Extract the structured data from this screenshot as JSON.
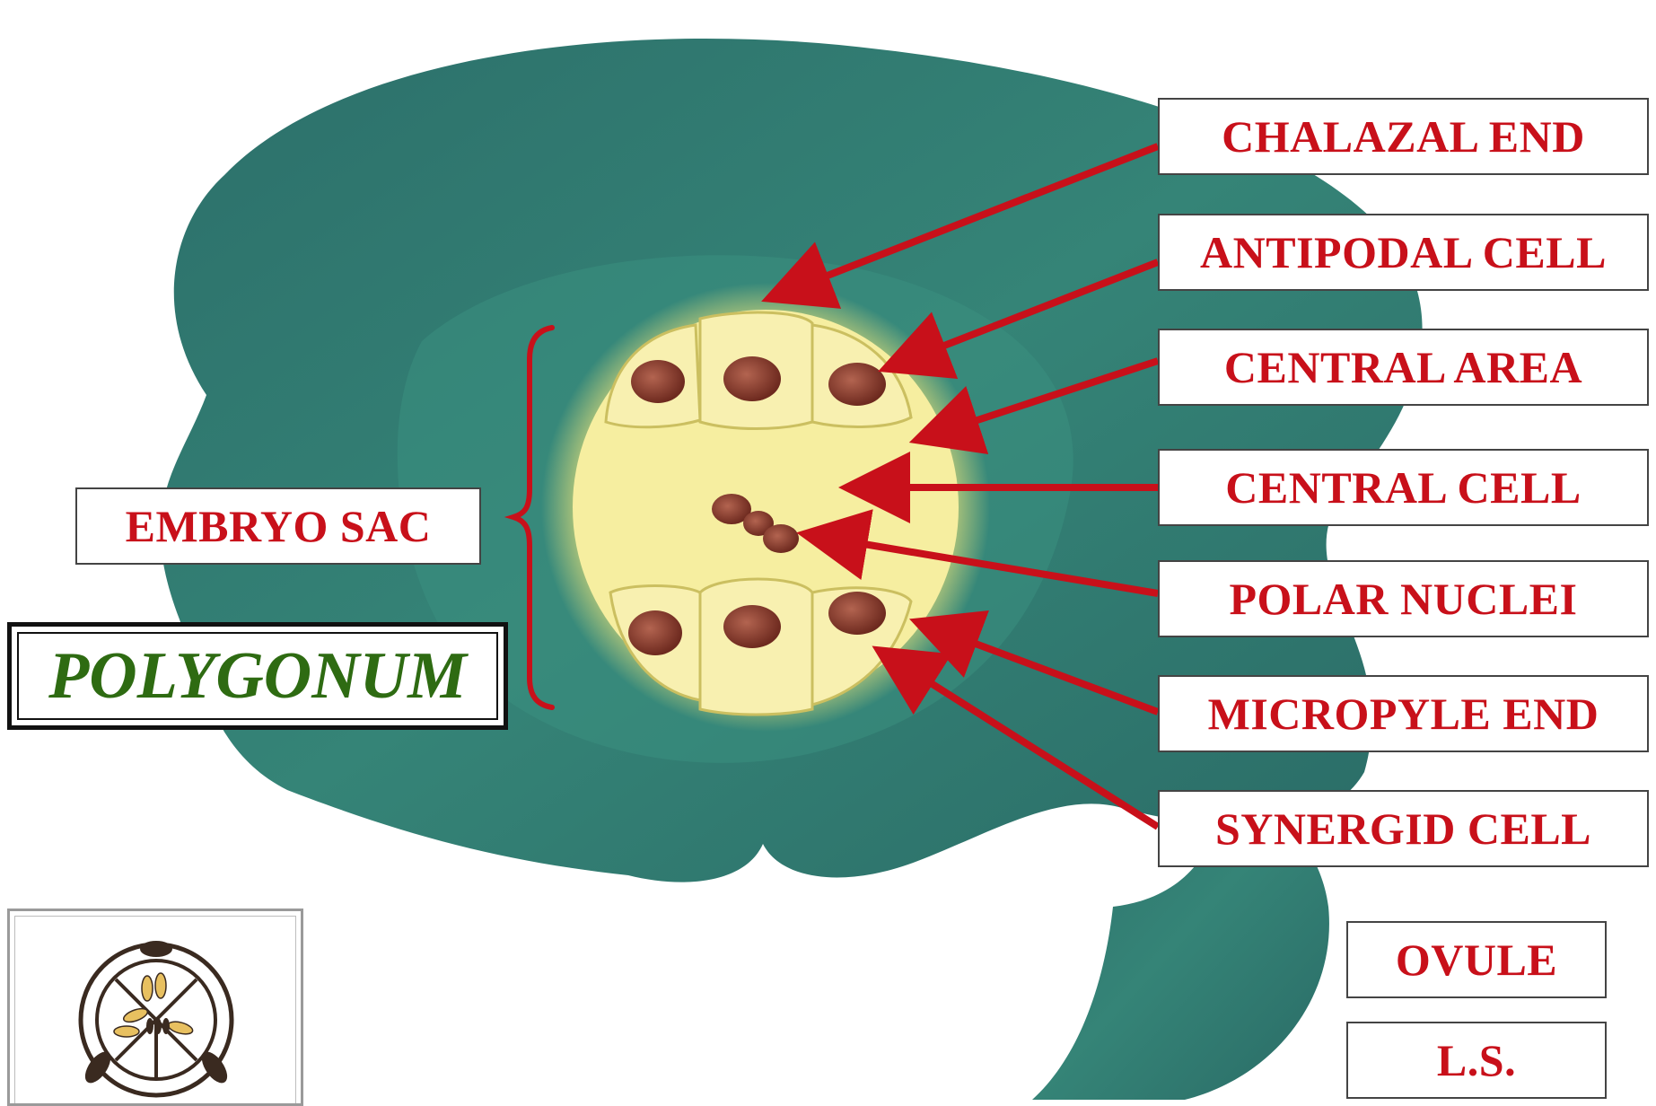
{
  "labels": {
    "chalazal_end": "CHALAZAL END",
    "antipodal_cell": "ANTIPODAL CELL",
    "central_area": "CENTRAL AREA",
    "central_cell": "CENTRAL CELL",
    "polar_nuclei": "POLAR NUCLEI",
    "micropyle_end": "MICROPYLE END",
    "synergid_cell": "SYNERGID CELL",
    "embryo_sac": "EMBRYO SAC",
    "ovule": "OVULE",
    "ls": "L.S."
  },
  "genus": "POLYGONUM",
  "colors": {
    "ovule_body": "#2f7d73",
    "embryo_sac": "#f6eea0",
    "nucleus": "#8a3c2c",
    "arrow": "#c8101a",
    "label_text": "#c8101a",
    "genus_text": "#2e6b12"
  },
  "icons": {
    "logo": "flower-seal-logo"
  }
}
